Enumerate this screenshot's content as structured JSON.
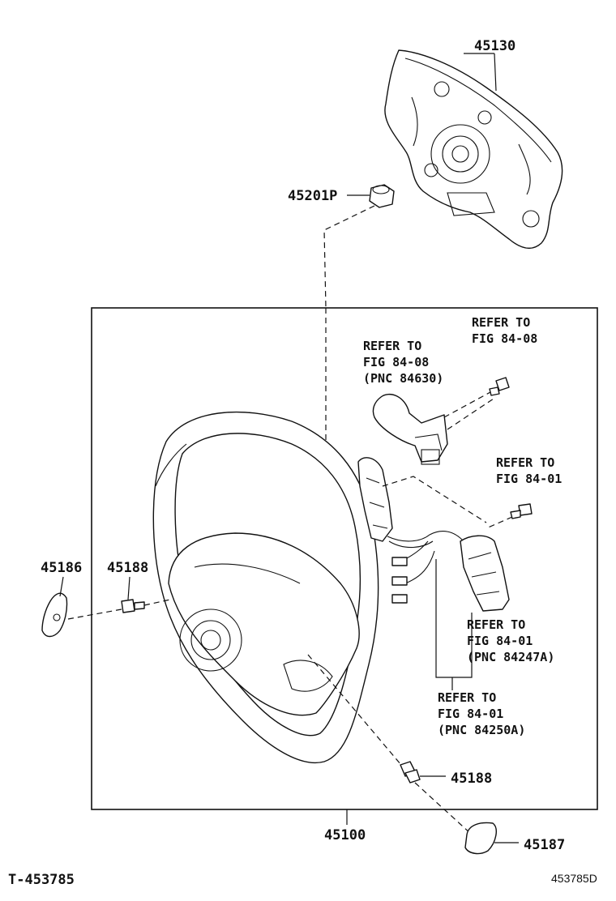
{
  "labels": {
    "pad": "45130",
    "nut": "45201P",
    "wheel": "45100",
    "cover_left": "45186",
    "screw_left": "45188",
    "screw_bottom": "45188",
    "cover_bottom": "45187"
  },
  "refs": {
    "switch_top": {
      "line1": "REFER TO",
      "line2": "FIG 84-08",
      "line3": "(PNC 84630)"
    },
    "screw_top": {
      "line1": "REFER TO",
      "line2": "FIG 84-08"
    },
    "screw_mid": {
      "line1": "REFER TO",
      "line2": "FIG 84-01"
    },
    "switch_right": {
      "line1": "REFER TO",
      "line2": "FIG 84-01",
      "line3": "(PNC 84247A)"
    },
    "harness": {
      "line1": "REFER TO",
      "line2": "FIG 84-01",
      "line3": "(PNC 84250A)"
    }
  },
  "footer": {
    "left_code": "T-453785",
    "right_code": "453785D"
  }
}
